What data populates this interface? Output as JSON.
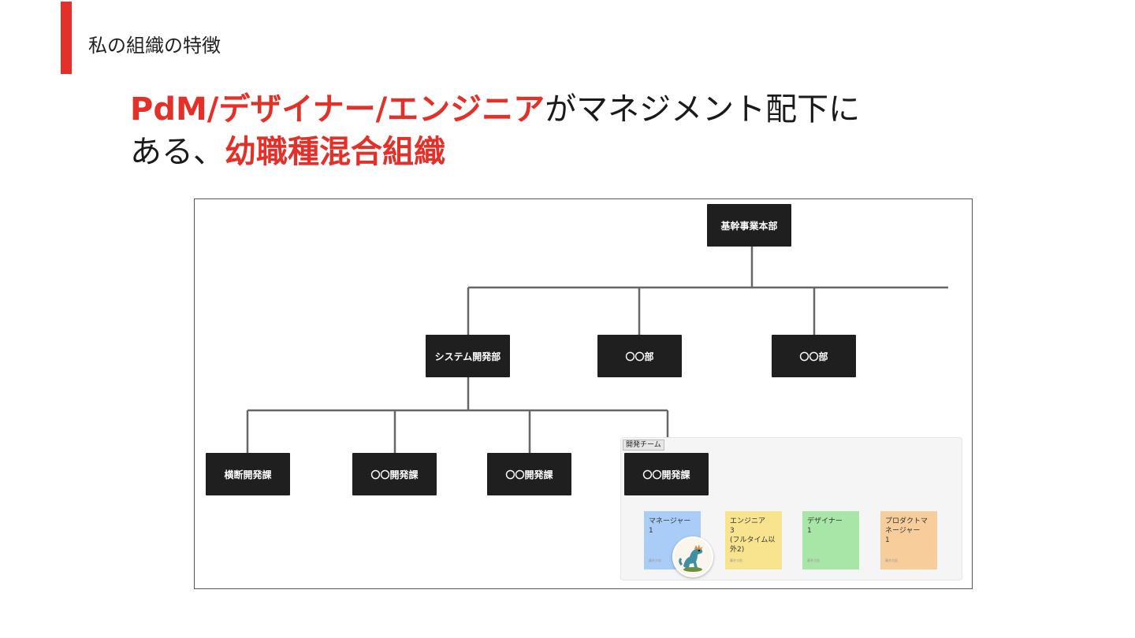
{
  "header": {
    "section_label": "私の組織の特徴",
    "headline_line1_red": "PdM/デザイナー/エンジニア",
    "headline_line1_black": "がマネジメント配下に",
    "headline_line2_black": "ある、",
    "headline_line2_red": "幼職種混合組織"
  },
  "org_chart": {
    "root": "基幹事業本部",
    "departments": [
      "システム開発部",
      "〇〇部",
      "〇〇部"
    ],
    "sections": [
      "横断開発課",
      "〇〇開発課",
      "〇〇開発課",
      "〇〇開発課"
    ],
    "team": {
      "label": "開発チーム",
      "notes": [
        {
          "lines": [
            "マネージャー",
            "1"
          ],
          "color": "#a9cdf7"
        },
        {
          "lines": [
            "エンジニア",
            "3",
            "(フルタイム以",
            "外2)"
          ],
          "color": "#f8e48f"
        },
        {
          "lines": [
            "デザイナー",
            "1"
          ],
          "color": "#a7e6a6"
        },
        {
          "lines": [
            "プロダクトマ",
            "ネージャー",
            "1"
          ],
          "color": "#f7cd9b"
        }
      ],
      "note_footer": "藤井大佑"
    }
  },
  "colors": {
    "accent": "#e3312a",
    "node": "#1f1f1f"
  }
}
